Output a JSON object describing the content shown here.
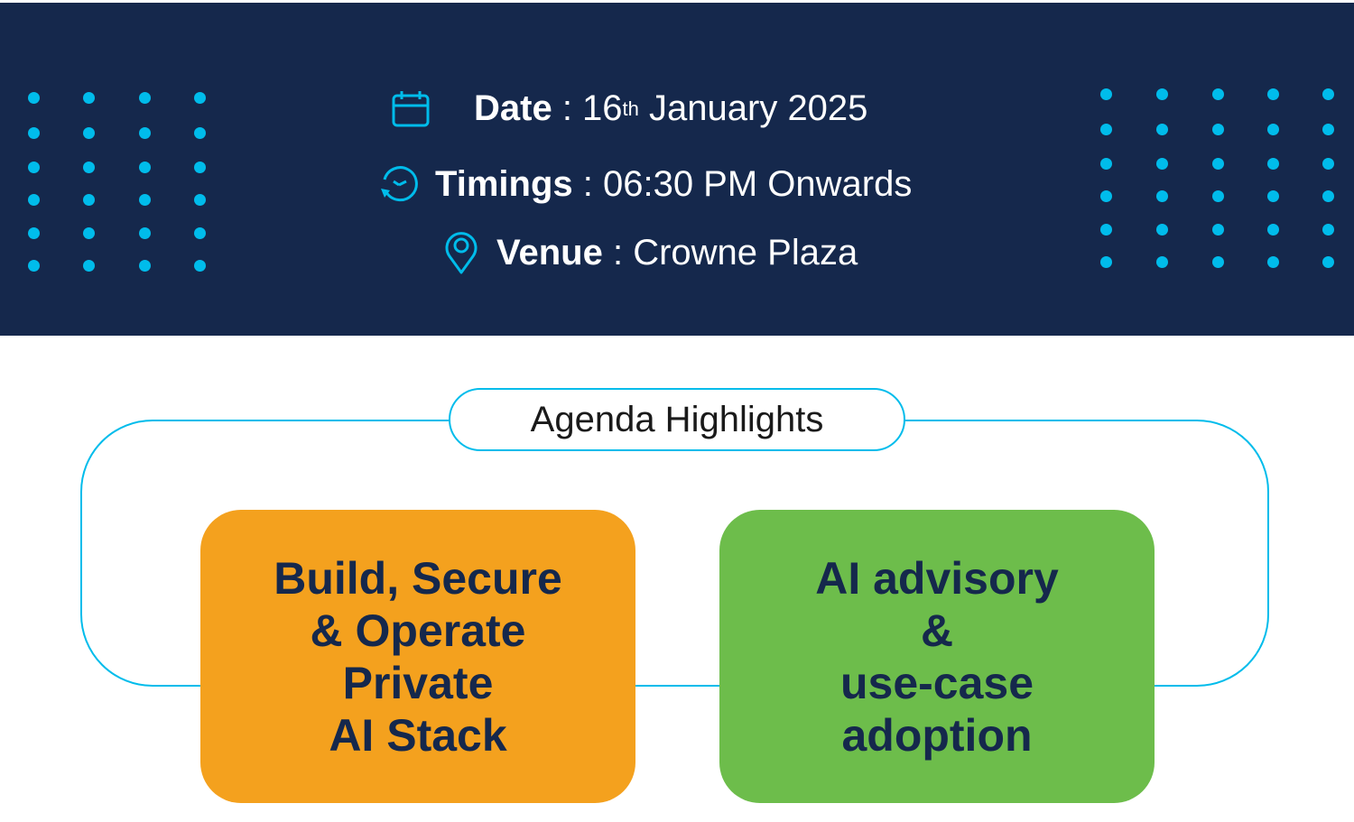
{
  "event": {
    "date": {
      "label": "Date",
      "sep": " : ",
      "day": "16",
      "suffix": "th",
      "rest": " January 2025"
    },
    "timings": {
      "label": "Timings",
      "sep": " : ",
      "value": "06:30 PM Onwards"
    },
    "venue": {
      "label": "Venue",
      "sep": " : ",
      "value": "Crowne Plaza"
    }
  },
  "agenda": {
    "title": "Agenda Highlights",
    "items": [
      {
        "lines": [
          "Build, Secure",
          "& Operate",
          "Private",
          "AI Stack"
        ]
      },
      {
        "lines": [
          "AI advisory",
          "&",
          "use-case",
          "adoption"
        ]
      }
    ]
  },
  "colors": {
    "navy": "#15284c",
    "cyan": "#00bceb",
    "orange": "#f4a11e",
    "green": "#6dbd4b"
  },
  "icons": [
    "calendar-icon",
    "clock-icon",
    "location-pin-icon"
  ]
}
